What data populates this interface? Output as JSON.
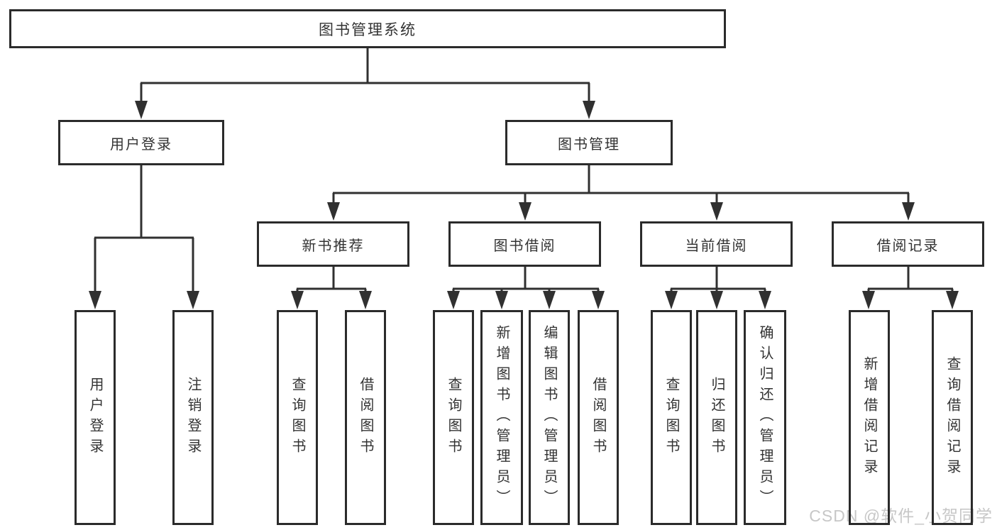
{
  "tree": {
    "root": {
      "label": "图书管理系统"
    },
    "children": [
      {
        "label": "用户登录",
        "children": [
          {
            "label": "用户登录"
          },
          {
            "label": "注销登录"
          }
        ]
      },
      {
        "label": "图书管理",
        "children": [
          {
            "label": "新书推荐",
            "children": [
              {
                "label": "查询图书"
              },
              {
                "label": "借阅图书"
              }
            ]
          },
          {
            "label": "图书借阅",
            "children": [
              {
                "label": "查询图书"
              },
              {
                "label": "新增图书（管理员）"
              },
              {
                "label": "编辑图书（管理员）"
              },
              {
                "label": "借阅图书"
              }
            ]
          },
          {
            "label": "当前借阅",
            "children": [
              {
                "label": "查询图书"
              },
              {
                "label": "归还图书"
              },
              {
                "label": "确认归还（管理员）"
              }
            ]
          },
          {
            "label": "借阅记录",
            "children": [
              {
                "label": "新增借阅记录"
              },
              {
                "label": "查询借阅记录"
              }
            ]
          }
        ]
      }
    ]
  },
  "watermark": "CSDN @软件_小贺同学",
  "colors": {
    "line": "#303030",
    "box_border": "#2b2b2b",
    "text": "#333333",
    "watermark": "#c7c7c7",
    "background": "#ffffff"
  }
}
